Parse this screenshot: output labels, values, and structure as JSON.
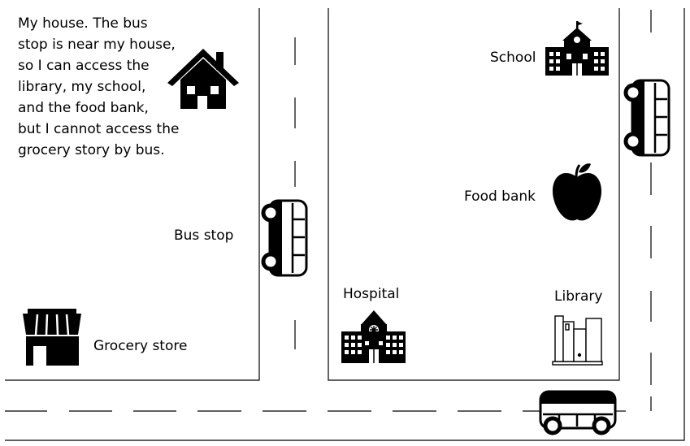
{
  "note": {
    "lines": [
      "My house. The bus",
      "stop is near my house,",
      "so I can access the",
      "library, my school,",
      "and the food bank,",
      "but I cannot access the",
      "grocery story by bus."
    ]
  },
  "places": {
    "school": "School",
    "food_bank": "Food bank",
    "bus_stop": "Bus stop",
    "hospital": "Hospital",
    "library": "Library",
    "grocery_store": "Grocery store"
  },
  "icons": {
    "house": "house-icon",
    "school": "school-icon",
    "food_bank": "apple-icon",
    "bus_stop": "bus-icon",
    "bus_right": "bus-icon",
    "bus_bottom": "bus-icon",
    "hospital": "hospital-icon",
    "library": "library-icon",
    "grocery_store": "store-icon"
  },
  "colors": {
    "ink": "#000000",
    "paper": "#ffffff"
  }
}
